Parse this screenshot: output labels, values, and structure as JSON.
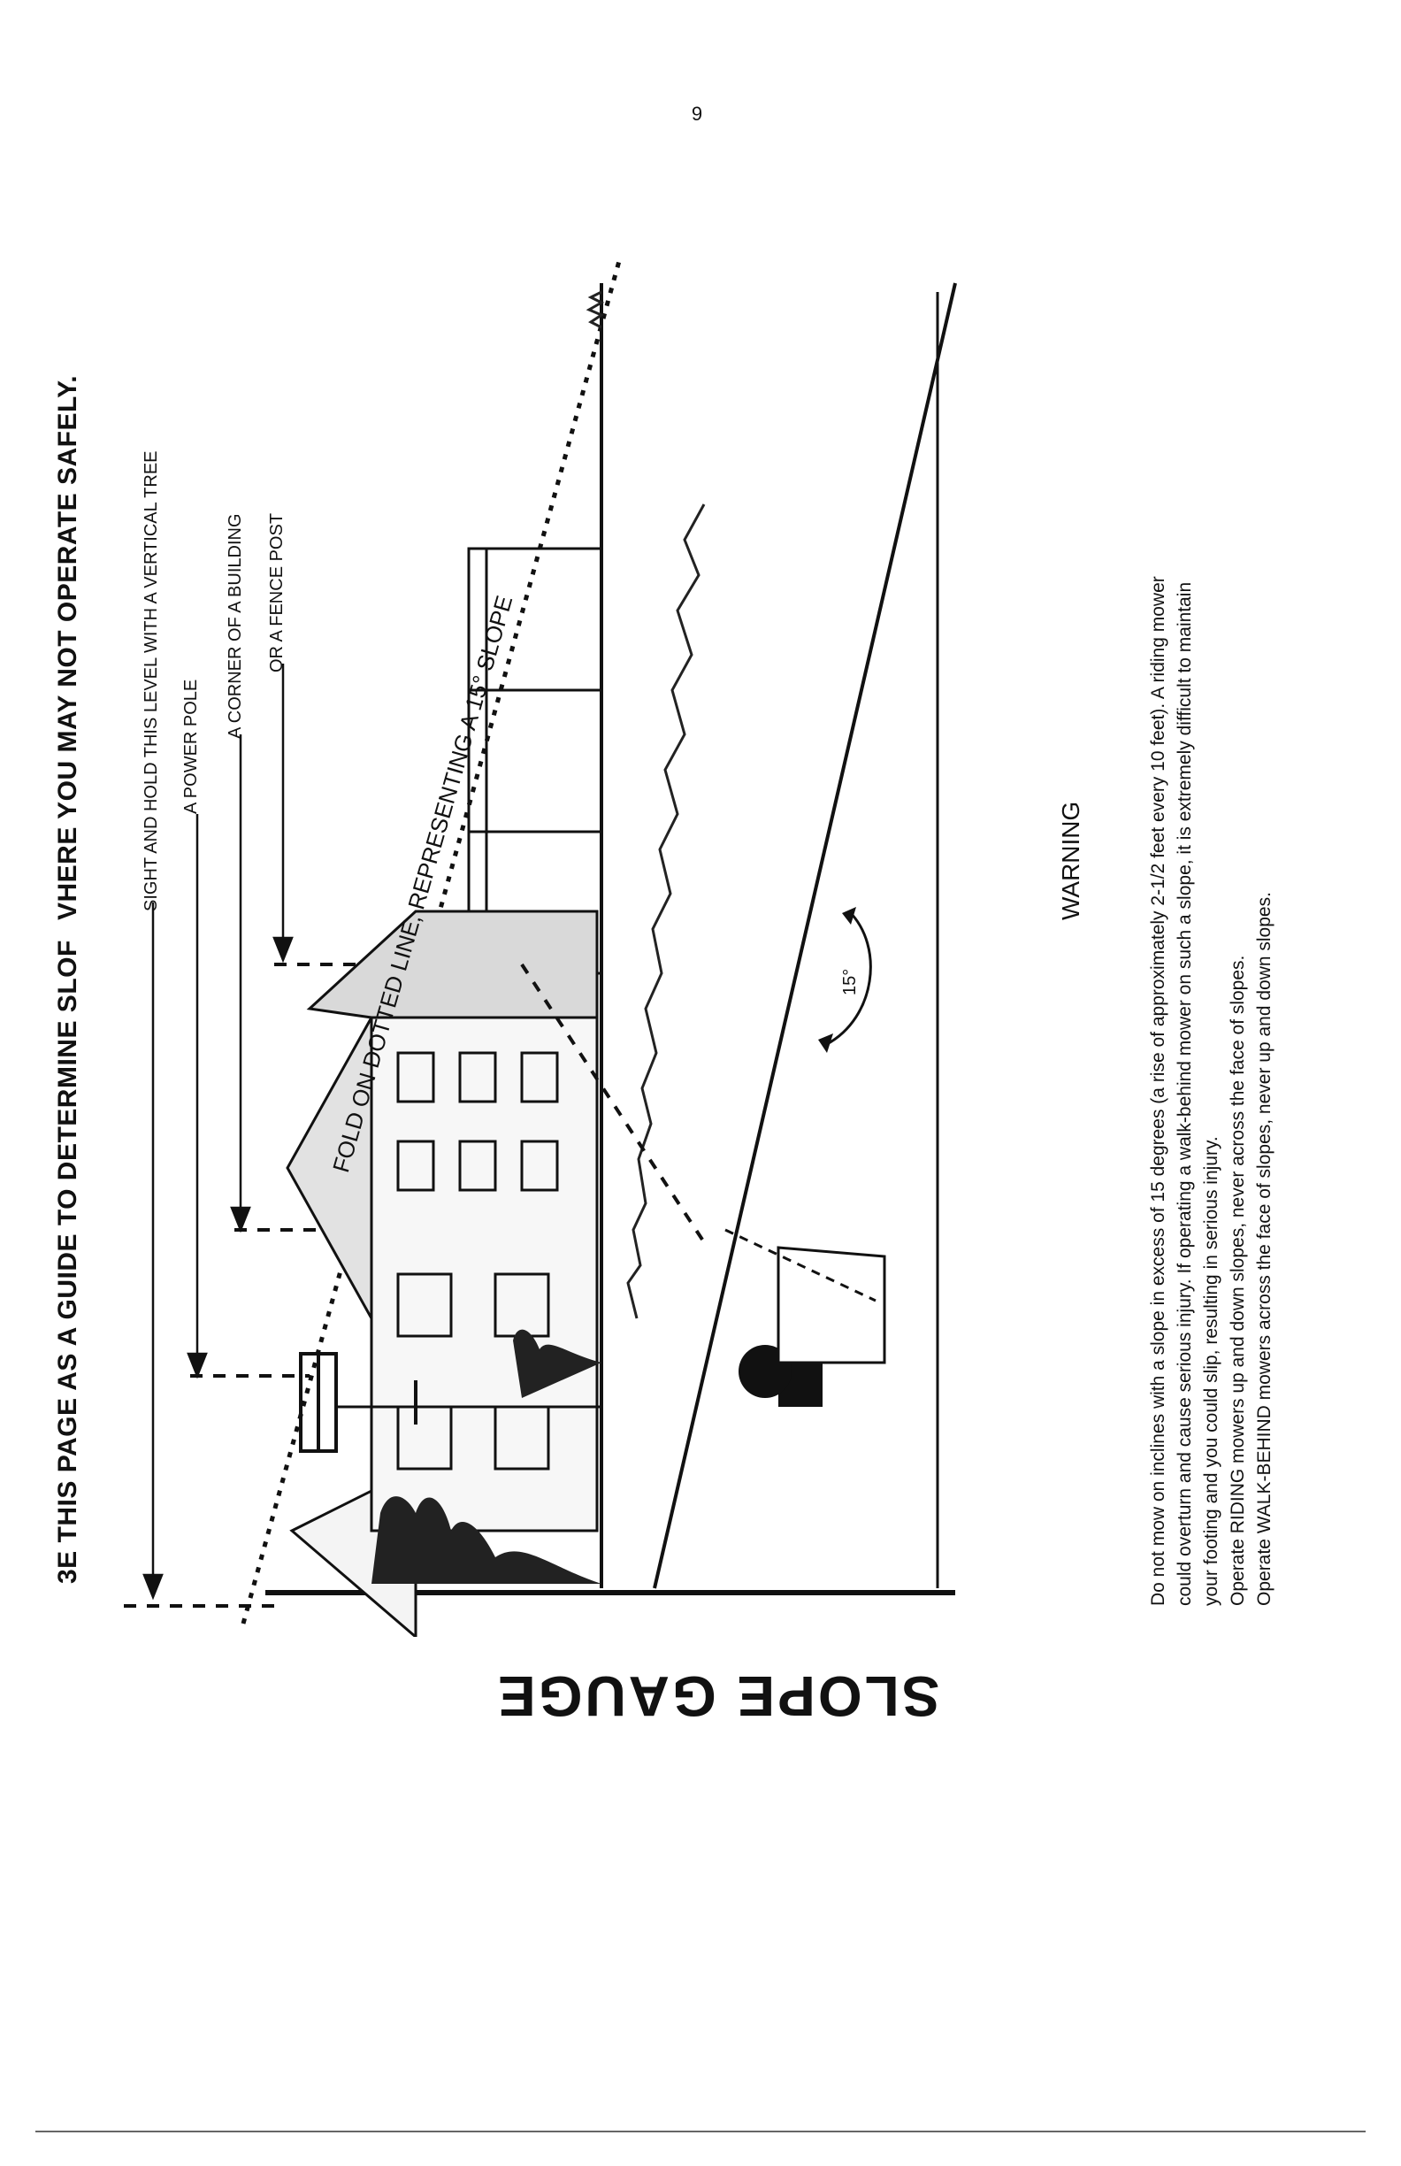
{
  "page_number": "9",
  "heading": {
    "part1": "3E THIS PAGE AS A GUIDE TO DETERMINE SLOF",
    "part2": "VHERE YOU MAY NOT OPERATE SAFELY."
  },
  "sight_labels": {
    "tree": "SIGHT AND HOLD THIS LEVEL WITH A VERTICAL TREE",
    "pole": "A POWER POLE",
    "building": "A CORNER OF A BUILDING",
    "fence": "OR A FENCE POST"
  },
  "fold_line_text": "FOLD ON DOTTED LINE, REPRESENTING A 15° SLOPE",
  "angle_label": "15°",
  "warning_title": "WARNING",
  "warning_lines": [
    "Do not mow on inclines with a slope in excess of 15 degrees (a rise of approximately 2-1/2 feet every 10 feet).  A riding mower",
    "could overturn and cause serious injury.  If operating a walk-behind mower on such a slope, it is extremely difficult to maintain",
    "your footing and you could slip, resulting in serious injury.",
    "Operate RIDING mowers up and down slopes, never across the face of slopes.",
    "Operate WALK-BEHIND mowers across the face of slopes, never up and down slopes."
  ],
  "title": "SLOPE GAUGE"
}
